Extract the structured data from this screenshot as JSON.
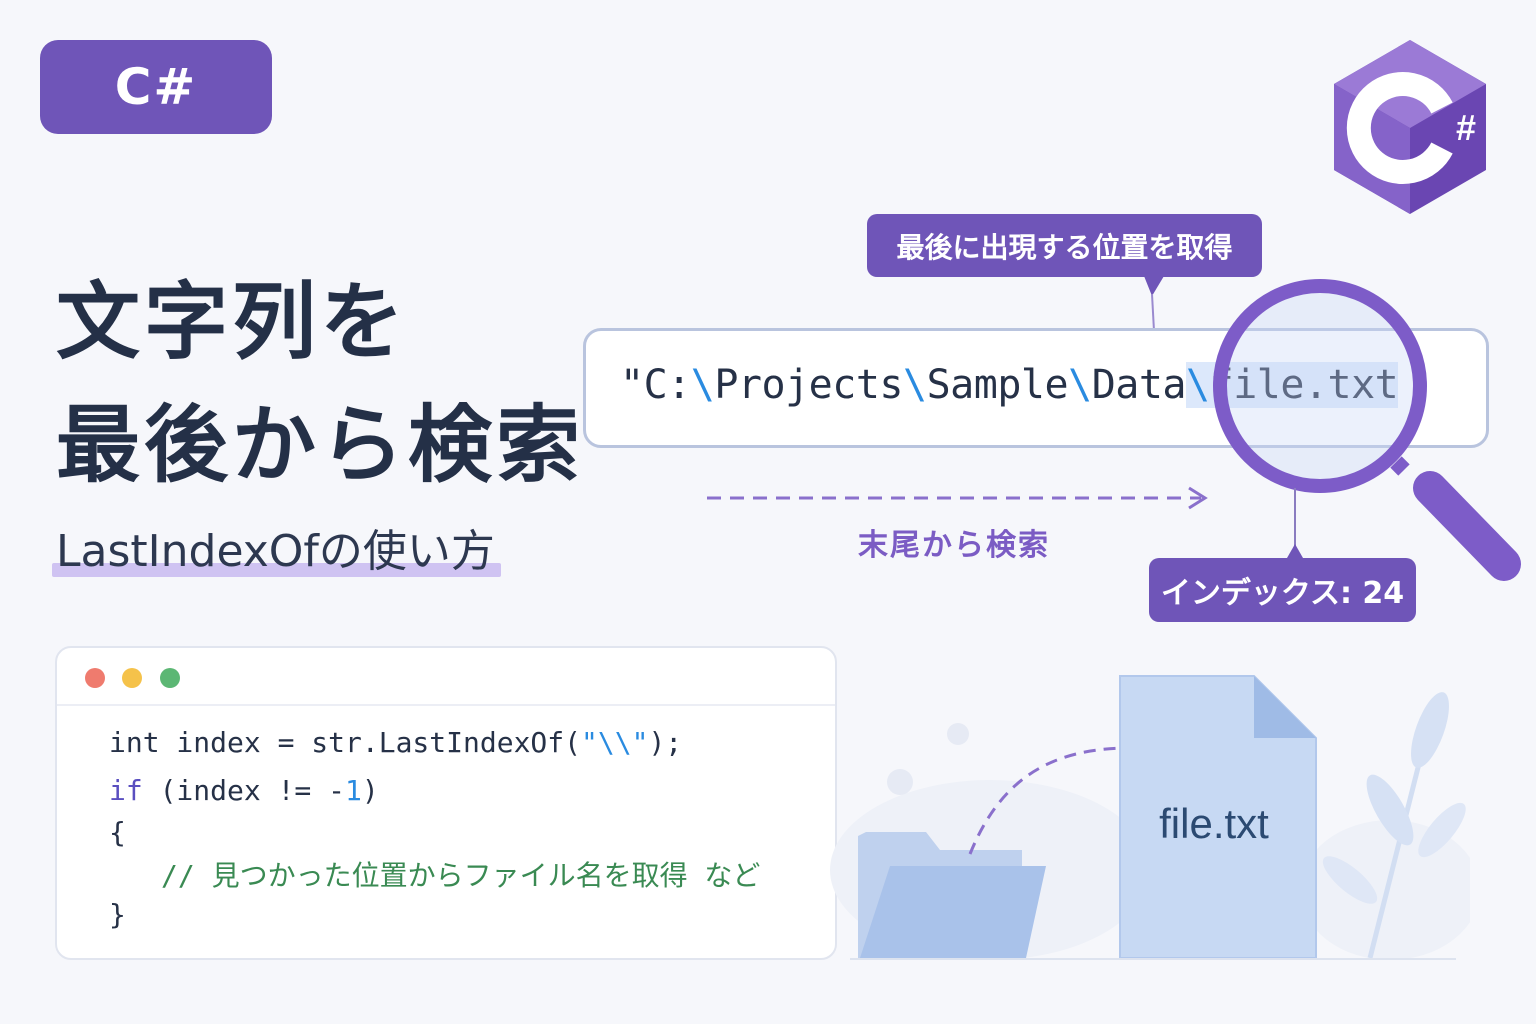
{
  "badge": {
    "label": "C#"
  },
  "logo": {
    "symbol": "#",
    "color": "#7d5cc8"
  },
  "title": {
    "line1": "文字列を",
    "line2": "最後から検索",
    "subtitle": "LastIndexOfの使い方"
  },
  "callouts": {
    "last_position": "最後に出現する位置を取得",
    "index": "インデックス: 24"
  },
  "path": {
    "parts": [
      "\"C:",
      "\\",
      "Projects",
      "\\",
      "Sample",
      "\\",
      "Data",
      "\\",
      "file.txt"
    ]
  },
  "reverse_search_label": "末尾から検索",
  "code": {
    "line1": {
      "a": "int index = str.LastIndexOf(",
      "b": "\"\\\\\"",
      "c": ");"
    },
    "line2": {
      "kw": "if",
      "a": " (index != -",
      "num": "1",
      "b": ")"
    },
    "line3": "{",
    "line4": "// 見つかった位置からファイル名を取得 など",
    "line5": "}"
  },
  "file_icon": {
    "label": "file.txt"
  },
  "colors": {
    "accent": "#6f55b8",
    "background": "#f6f7fb",
    "separator": "#2a8be0",
    "comment": "#3a8a53"
  }
}
